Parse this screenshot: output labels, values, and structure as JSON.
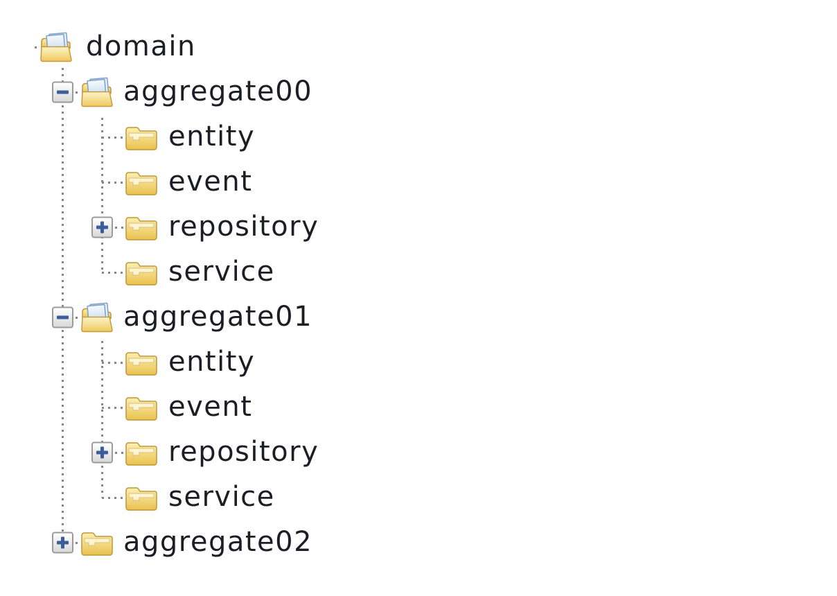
{
  "app": {
    "type": "folder-tree-view",
    "background_color": "#ffffff",
    "text_color": "#1d1d26",
    "connector_color": "#868686",
    "expander_sign_color": "#3b5d9b",
    "folder_color": "#eac551",
    "folder_border_color": "#bf9638",
    "open_folder_page_color": "#cadef2"
  },
  "tree": {
    "rows": [
      {
        "label": "domain",
        "depth": 0,
        "state": "expanded",
        "icon": "open-folder-icon"
      },
      {
        "label": "aggregate00",
        "depth": 1,
        "state": "expanded",
        "icon": "open-folder-icon"
      },
      {
        "label": "entity",
        "depth": 2,
        "state": "leaf",
        "icon": "closed-folder-icon"
      },
      {
        "label": "event",
        "depth": 2,
        "state": "leaf",
        "icon": "closed-folder-icon"
      },
      {
        "label": "repository",
        "depth": 2,
        "state": "collapsed",
        "icon": "closed-folder-icon"
      },
      {
        "label": "service",
        "depth": 2,
        "state": "leaf",
        "icon": "closed-folder-icon"
      },
      {
        "label": "aggregate01",
        "depth": 1,
        "state": "expanded",
        "icon": "open-folder-icon"
      },
      {
        "label": "entity",
        "depth": 2,
        "state": "leaf",
        "icon": "closed-folder-icon"
      },
      {
        "label": "event",
        "depth": 2,
        "state": "leaf",
        "icon": "closed-folder-icon"
      },
      {
        "label": "repository",
        "depth": 2,
        "state": "collapsed",
        "icon": "closed-folder-icon"
      },
      {
        "label": "service",
        "depth": 2,
        "state": "leaf",
        "icon": "closed-folder-icon"
      },
      {
        "label": "aggregate02",
        "depth": 1,
        "state": "collapsed",
        "icon": "closed-folder-icon"
      }
    ]
  }
}
